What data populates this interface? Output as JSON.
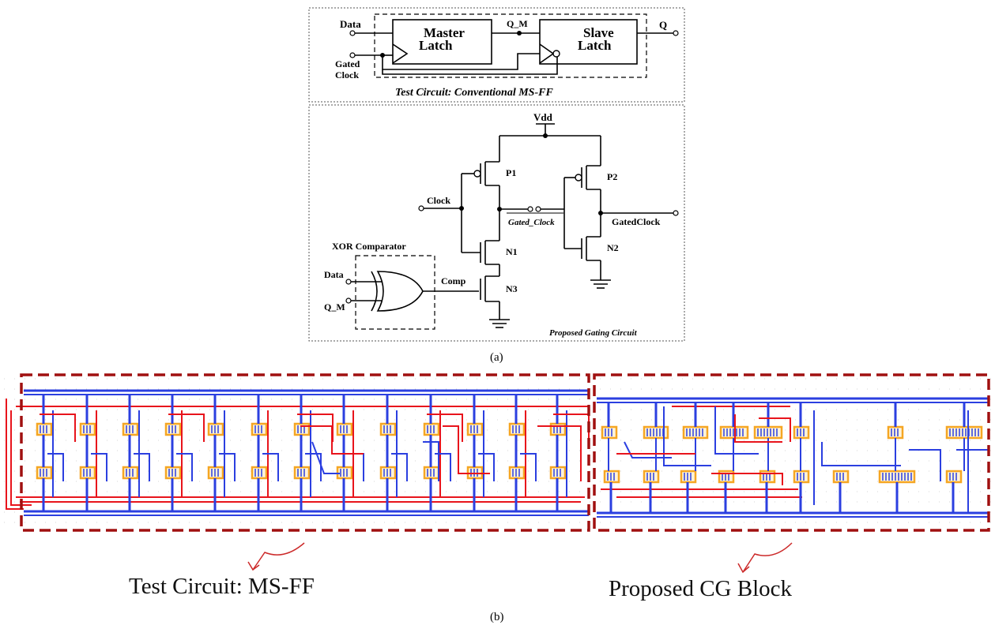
{
  "part_a": {
    "caption": "(a)",
    "top_box": {
      "title": "Test Circuit: Conventional MS-FF",
      "data_label": "Data",
      "gated_label": "Gated",
      "clock_label": "Clock",
      "master_line1": "Master",
      "master_line2": "Latch",
      "slave_line1": "Slave",
      "slave_line2": "Latch",
      "qm_label": "Q_M",
      "q_label": "Q"
    },
    "bottom_box": {
      "title": "Proposed Gating Circuit",
      "vdd_label": "Vdd",
      "p1": "P1",
      "p2": "P2",
      "n1": "N1",
      "n2": "N2",
      "n3": "N3",
      "clock_label": "Clock",
      "gated_clock_bar": "Gated_Clock",
      "gated_clock_out": "GatedClock",
      "xor_title": "XOR Comparator",
      "xor_in1": "Data",
      "xor_in2": "Q_M",
      "comp_label": "Comp"
    }
  },
  "part_b": {
    "caption": "(b)",
    "left_label": "Test Circuit: MS-FF",
    "right_label": "Proposed CG Block"
  },
  "colors": {
    "metal1": "#2b3fe0",
    "metal2": "#e8141c",
    "cell": "#f5a623",
    "dash_box": "#a01010"
  }
}
